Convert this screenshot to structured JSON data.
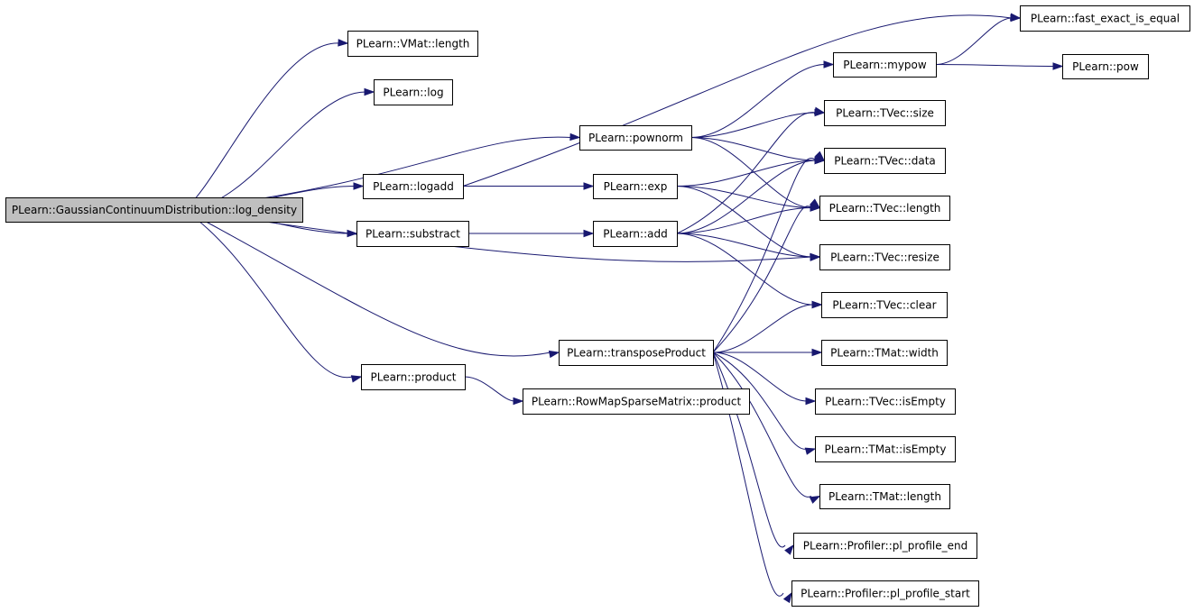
{
  "graph": {
    "edge_color": "#191970",
    "root_fill": "#bfbfbf",
    "nodes": [
      {
        "id": "gcd_log_density",
        "label": "PLearn::GaussianContinuumDistribution::log_density",
        "root": true
      },
      {
        "id": "vmat_length",
        "label": "PLearn::VMat::length"
      },
      {
        "id": "log",
        "label": "PLearn::log"
      },
      {
        "id": "logadd",
        "label": "PLearn::logadd"
      },
      {
        "id": "substract",
        "label": "PLearn::substract"
      },
      {
        "id": "product",
        "label": "PLearn::product"
      },
      {
        "id": "pownorm",
        "label": "PLearn::pownorm"
      },
      {
        "id": "exp",
        "label": "PLearn::exp"
      },
      {
        "id": "add",
        "label": "PLearn::add"
      },
      {
        "id": "transposeProduct",
        "label": "PLearn::transposeProduct"
      },
      {
        "id": "rmsm_product",
        "label": "PLearn::RowMapSparseMatrix::product"
      },
      {
        "id": "mypow",
        "label": "PLearn::mypow"
      },
      {
        "id": "fast_exact_is_equal",
        "label": "PLearn::fast_exact_is_equal"
      },
      {
        "id": "pow",
        "label": "PLearn::pow"
      },
      {
        "id": "tvec_size",
        "label": "PLearn::TVec::size"
      },
      {
        "id": "tvec_data",
        "label": "PLearn::TVec::data"
      },
      {
        "id": "tvec_length",
        "label": "PLearn::TVec::length"
      },
      {
        "id": "tvec_resize",
        "label": "PLearn::TVec::resize"
      },
      {
        "id": "tvec_clear",
        "label": "PLearn::TVec::clear"
      },
      {
        "id": "tmat_width",
        "label": "PLearn::TMat::width"
      },
      {
        "id": "tvec_isEmpty",
        "label": "PLearn::TVec::isEmpty"
      },
      {
        "id": "tmat_isEmpty",
        "label": "PLearn::TMat::isEmpty"
      },
      {
        "id": "tmat_length",
        "label": "PLearn::TMat::length"
      },
      {
        "id": "profile_end",
        "label": "PLearn::Profiler::pl_profile_end"
      },
      {
        "id": "profile_start",
        "label": "PLearn::Profiler::pl_profile_start"
      }
    ],
    "edges": [
      {
        "from": "gcd_log_density",
        "to": "vmat_length"
      },
      {
        "from": "gcd_log_density",
        "to": "log"
      },
      {
        "from": "gcd_log_density",
        "to": "pownorm"
      },
      {
        "from": "gcd_log_density",
        "to": "logadd"
      },
      {
        "from": "gcd_log_density",
        "to": "substract"
      },
      {
        "from": "gcd_log_density",
        "to": "tvec_resize"
      },
      {
        "from": "gcd_log_density",
        "to": "transposeProduct"
      },
      {
        "from": "gcd_log_density",
        "to": "product"
      },
      {
        "from": "logadd",
        "to": "fast_exact_is_equal"
      },
      {
        "from": "logadd",
        "to": "exp"
      },
      {
        "from": "substract",
        "to": "add"
      },
      {
        "from": "product",
        "to": "rmsm_product"
      },
      {
        "from": "pownorm",
        "to": "mypow"
      },
      {
        "from": "pownorm",
        "to": "tvec_size"
      },
      {
        "from": "pownorm",
        "to": "tvec_data"
      },
      {
        "from": "pownorm",
        "to": "tvec_length"
      },
      {
        "from": "mypow",
        "to": "fast_exact_is_equal"
      },
      {
        "from": "mypow",
        "to": "pow"
      },
      {
        "from": "exp",
        "to": "tvec_data"
      },
      {
        "from": "exp",
        "to": "tvec_length"
      },
      {
        "from": "exp",
        "to": "tvec_resize"
      },
      {
        "from": "add",
        "to": "tvec_size"
      },
      {
        "from": "add",
        "to": "tvec_data"
      },
      {
        "from": "add",
        "to": "tvec_length"
      },
      {
        "from": "add",
        "to": "tvec_resize"
      },
      {
        "from": "add",
        "to": "tvec_clear"
      },
      {
        "from": "transposeProduct",
        "to": "tvec_data"
      },
      {
        "from": "transposeProduct",
        "to": "tvec_length"
      },
      {
        "from": "transposeProduct",
        "to": "tvec_clear"
      },
      {
        "from": "transposeProduct",
        "to": "tmat_width"
      },
      {
        "from": "transposeProduct",
        "to": "tvec_isEmpty"
      },
      {
        "from": "transposeProduct",
        "to": "tmat_isEmpty"
      },
      {
        "from": "transposeProduct",
        "to": "tmat_length"
      },
      {
        "from": "transposeProduct",
        "to": "profile_end"
      },
      {
        "from": "transposeProduct",
        "to": "profile_start"
      }
    ]
  }
}
